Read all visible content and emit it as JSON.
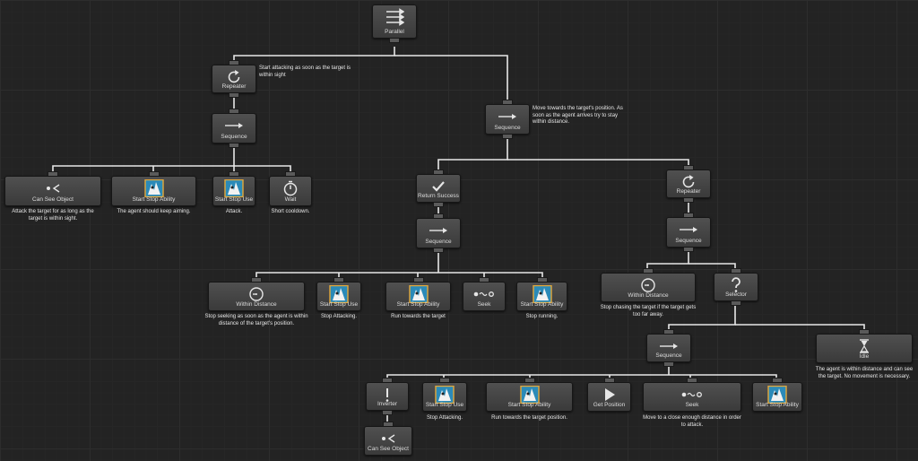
{
  "nodes": {
    "parallel": {
      "label": "Parallel"
    },
    "repeater1": {
      "label": "Repeater"
    },
    "sequence1": {
      "label": "Sequence"
    },
    "can_see_object1": {
      "label": "Can See Object"
    },
    "start_stop_ability1": {
      "label": "Start Stop Ability"
    },
    "start_stop_use1": {
      "label": "Start Stop Use"
    },
    "wait": {
      "label": "Wait"
    },
    "sequence_main": {
      "label": "Sequence"
    },
    "return_success": {
      "label": "Return Success"
    },
    "sequence2": {
      "label": "Sequence"
    },
    "within_distance1": {
      "label": "Within Distance"
    },
    "start_stop_use2": {
      "label": "Start Stop Use"
    },
    "start_stop_ability2": {
      "label": "Start Stop Ability"
    },
    "seek1": {
      "label": "Seek"
    },
    "start_stop_ability3": {
      "label": "Start Stop Ability"
    },
    "repeater2": {
      "label": "Repeater"
    },
    "sequence3": {
      "label": "Sequence"
    },
    "within_distance2": {
      "label": "Within Distance"
    },
    "selector": {
      "label": "Selector"
    },
    "sequence4": {
      "label": "Sequence"
    },
    "idle": {
      "label": "Idle"
    },
    "inverter": {
      "label": "Inverter"
    },
    "can_see_object2": {
      "label": "Can See Object"
    },
    "start_stop_use3": {
      "label": "Start Stop Use"
    },
    "start_stop_ability4": {
      "label": "Start Stop Ability"
    },
    "get_position": {
      "label": "Get Position"
    },
    "seek2": {
      "label": "Seek"
    },
    "start_stop_ability5": {
      "label": "Start Stop Ability"
    }
  },
  "comments": {
    "repeater1": "Start attacking as soon as the target is within sight",
    "sequence_main": "Move towards the target's position. As soon as the agent arrives try to stay within distance.",
    "can_see_object1": "Attack the target for as long as the target is within sight.",
    "start_stop_ability1": "The agent should keep aiming.",
    "start_stop_use1": "Attack.",
    "wait": "Short cooldown.",
    "within_distance1": "Stop seeking as soon as the agent is within distance of the target's position.",
    "start_stop_use2": "Stop Attacking.",
    "start_stop_ability2": "Run towards the target",
    "start_stop_ability3": "Stop running.",
    "within_distance2": "Stop chasing the target if the target gets too far away.",
    "idle": "The agent is within distance and can see the target. No movement is necessary.",
    "start_stop_use3": "Stop Attacking.",
    "start_stop_ability4": "Run towards the target position.",
    "seek2": "Move to a close enough distance in order to attack."
  }
}
